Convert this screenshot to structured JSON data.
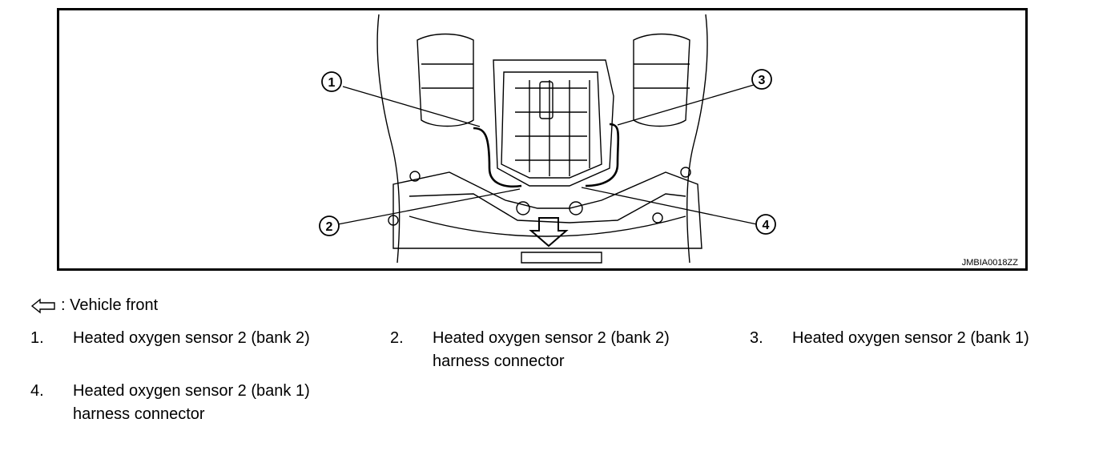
{
  "figure": {
    "code": "JMBIA0018ZZ",
    "callouts": [
      "1",
      "2",
      "3",
      "4"
    ]
  },
  "legend": {
    "icon": "arrow-left-outline-icon",
    "text": ": Vehicle front"
  },
  "items": [
    {
      "num": "1.",
      "line1": "Heated oxygen sensor 2 (bank 2)",
      "line2": ""
    },
    {
      "num": "2.",
      "line1": "Heated oxygen sensor 2 (bank 2)",
      "line2": "harness connector"
    },
    {
      "num": "3.",
      "line1": "Heated oxygen sensor 2 (bank 1)",
      "line2": ""
    },
    {
      "num": "4.",
      "line1": "Heated oxygen sensor 2 (bank 1)",
      "line2": "harness connector"
    }
  ]
}
